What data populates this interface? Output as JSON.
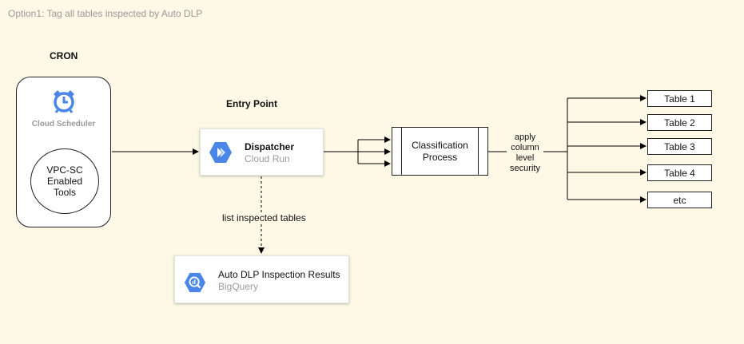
{
  "caption": "Option1: Tag all tables inspected by Auto DLP",
  "cron": {
    "title": "CRON",
    "scheduler_label": "Cloud Scheduler",
    "scheduler_icon": "alarm-clock-icon",
    "vpc_lines": [
      "VPC-SC",
      "Enabled",
      "Tools"
    ]
  },
  "entry_point": {
    "title": "Entry Point"
  },
  "dispatcher": {
    "title": "Dispatcher",
    "subtitle": "Cloud Run",
    "icon": "cloud-run-icon"
  },
  "bigquery": {
    "title": "Auto DLP Inspection Results",
    "subtitle": "BigQuery",
    "icon": "bigquery-icon"
  },
  "edges": {
    "list_label": "list inspected tables",
    "apply_lines": [
      "apply",
      "column",
      "level",
      "security"
    ]
  },
  "process": {
    "lines": [
      "Classification",
      "Process"
    ]
  },
  "tables": [
    "Table 1",
    "Table 2",
    "Table 3",
    "Table 4",
    "etc"
  ],
  "colors": {
    "background": "#fdf9e6",
    "gcp_blue": "#4a86e8",
    "stroke": "#222222",
    "muted_text": "#9b9b9b"
  }
}
